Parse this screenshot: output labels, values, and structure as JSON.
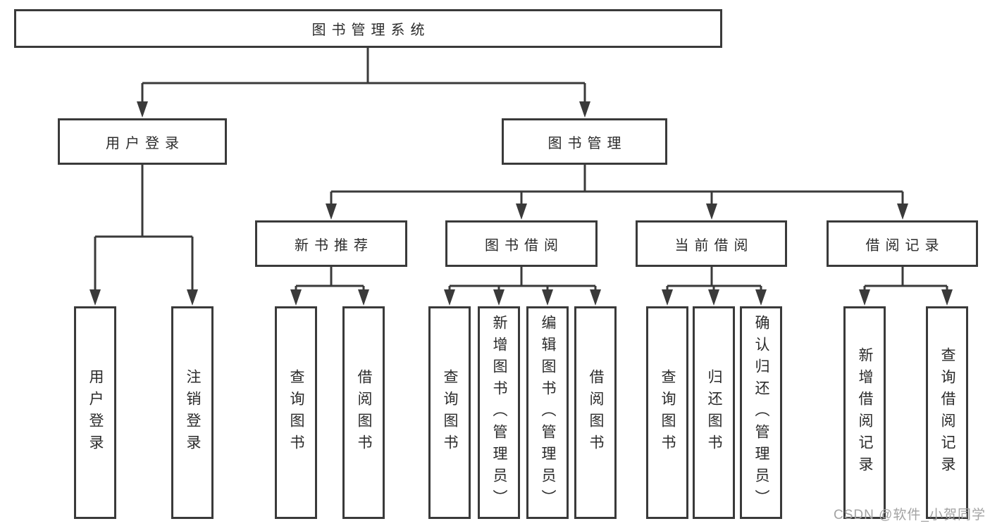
{
  "diagram_title": "图书管理系统",
  "nodes": {
    "root": "图书管理系统",
    "user_login": "用户登录",
    "book_mgmt": "图书管理",
    "new_book_rec": "新书推荐",
    "book_borrow": "图书借阅",
    "current_borrow": "当前借阅",
    "borrow_records": "借阅记录",
    "leaf_user_login": "用户登录",
    "leaf_logout": "注销登录",
    "leaf_nb_query": "查询图书",
    "leaf_nb_borrow": "借阅图书",
    "leaf_bb_query": "查询图书",
    "leaf_bb_add": "新增图书（管理员）",
    "leaf_bb_edit": "编辑图书（管理员）",
    "leaf_bb_borrow": "借阅图书",
    "leaf_cb_query": "查询图书",
    "leaf_cb_return": "归还图书",
    "leaf_cb_confirm": "确认归还（管理员）",
    "leaf_br_add": "新增借阅记录",
    "leaf_br_query": "查询借阅记录"
  },
  "hierarchy": {
    "图书管理系统": {
      "用户登录": [
        "用户登录",
        "注销登录"
      ],
      "图书管理": {
        "新书推荐": [
          "查询图书",
          "借阅图书"
        ],
        "图书借阅": [
          "查询图书",
          "新增图书（管理员）",
          "编辑图书（管理员）",
          "借阅图书"
        ],
        "当前借阅": [
          "查询图书",
          "归还图书",
          "确认归还（管理员）"
        ],
        "借阅记录": [
          "新增借阅记录",
          "查询借阅记录"
        ]
      }
    }
  },
  "watermark": "CSDN @软件_小贺同学",
  "colors": {
    "line": "#3a3a3a",
    "box_border": "#3a3a3a",
    "text": "#2b2b2b",
    "background": "#ffffff",
    "watermark": "#a3a3a3"
  }
}
